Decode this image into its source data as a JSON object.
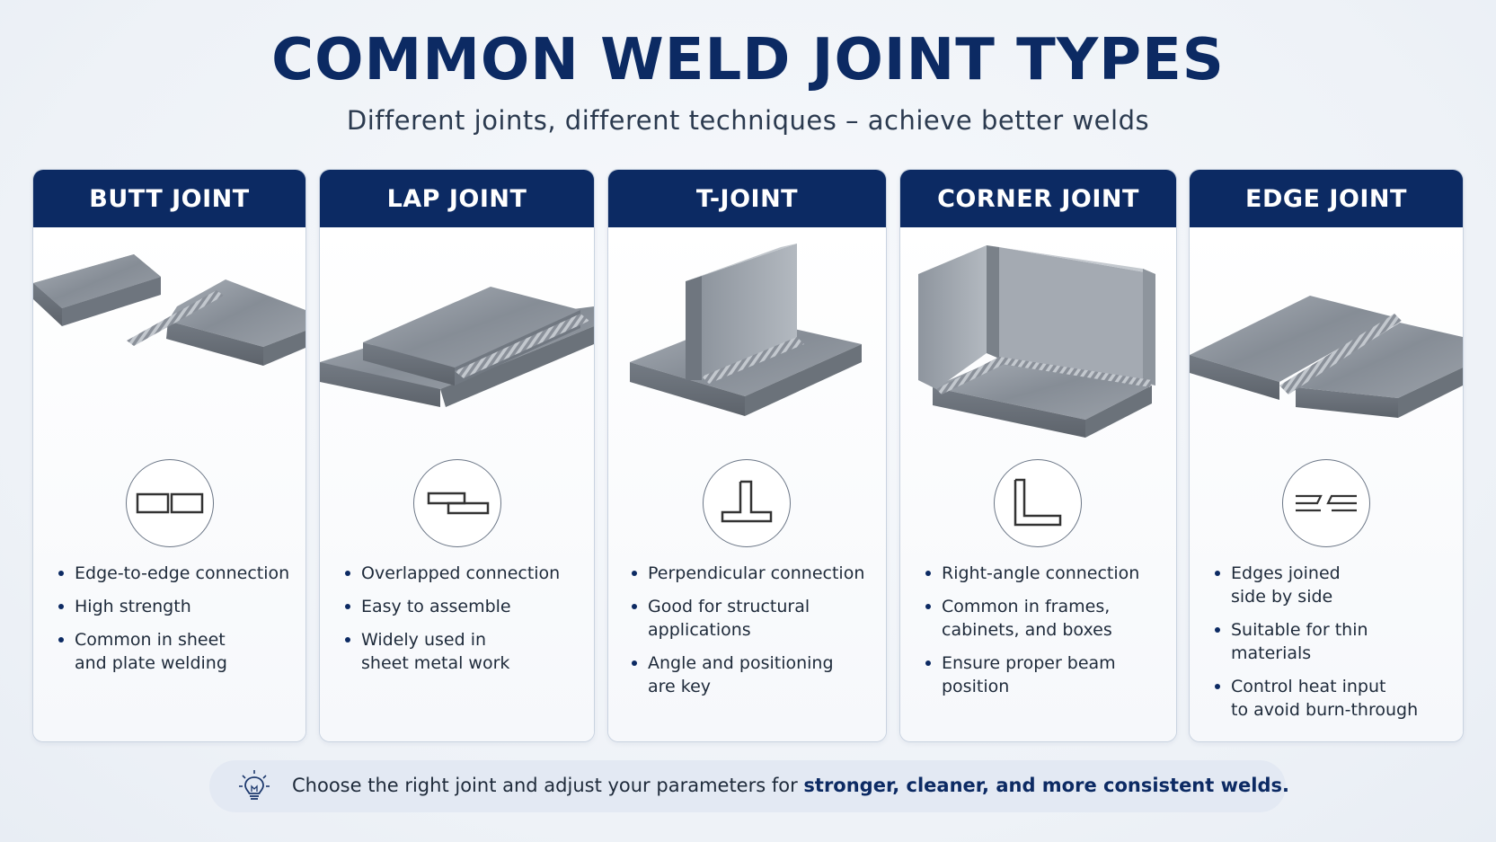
{
  "title": "COMMON WELD JOINT TYPES",
  "subtitle": "Different joints, different techniques – achieve better welds",
  "colors": {
    "header": "#0c2a63",
    "accent": "#0c2a63",
    "steel": "#8d949d"
  },
  "cards": [
    {
      "header": "BUTT JOINT",
      "symbol": "butt-joint-symbol-icon",
      "bullets": [
        "Edge-to-edge connection",
        "High strength",
        "Common in sheet\nand plate welding"
      ]
    },
    {
      "header": "LAP JOINT",
      "symbol": "lap-joint-symbol-icon",
      "bullets": [
        "Overlapped connection",
        "Easy to assemble",
        "Widely used in\nsheet metal work"
      ]
    },
    {
      "header": "T-JOINT",
      "symbol": "t-joint-symbol-icon",
      "bullets": [
        "Perpendicular connection",
        "Good for structural\napplications",
        "Angle and positioning\nare key"
      ]
    },
    {
      "header": "CORNER JOINT",
      "symbol": "corner-joint-symbol-icon",
      "bullets": [
        "Right-angle connection",
        "Common in frames,\ncabinets, and boxes",
        "Ensure proper beam\nposition"
      ]
    },
    {
      "header": "EDGE JOINT",
      "symbol": "edge-joint-symbol-icon",
      "bullets": [
        "Edges joined\nside by side",
        "Suitable for thin\nmaterials",
        "Control heat input\nto avoid burn-through"
      ]
    }
  ],
  "tip": {
    "icon": "lightbulb-icon",
    "text": "Choose the right joint and adjust your parameters for ",
    "strong": "stronger, cleaner, and more consistent welds."
  }
}
